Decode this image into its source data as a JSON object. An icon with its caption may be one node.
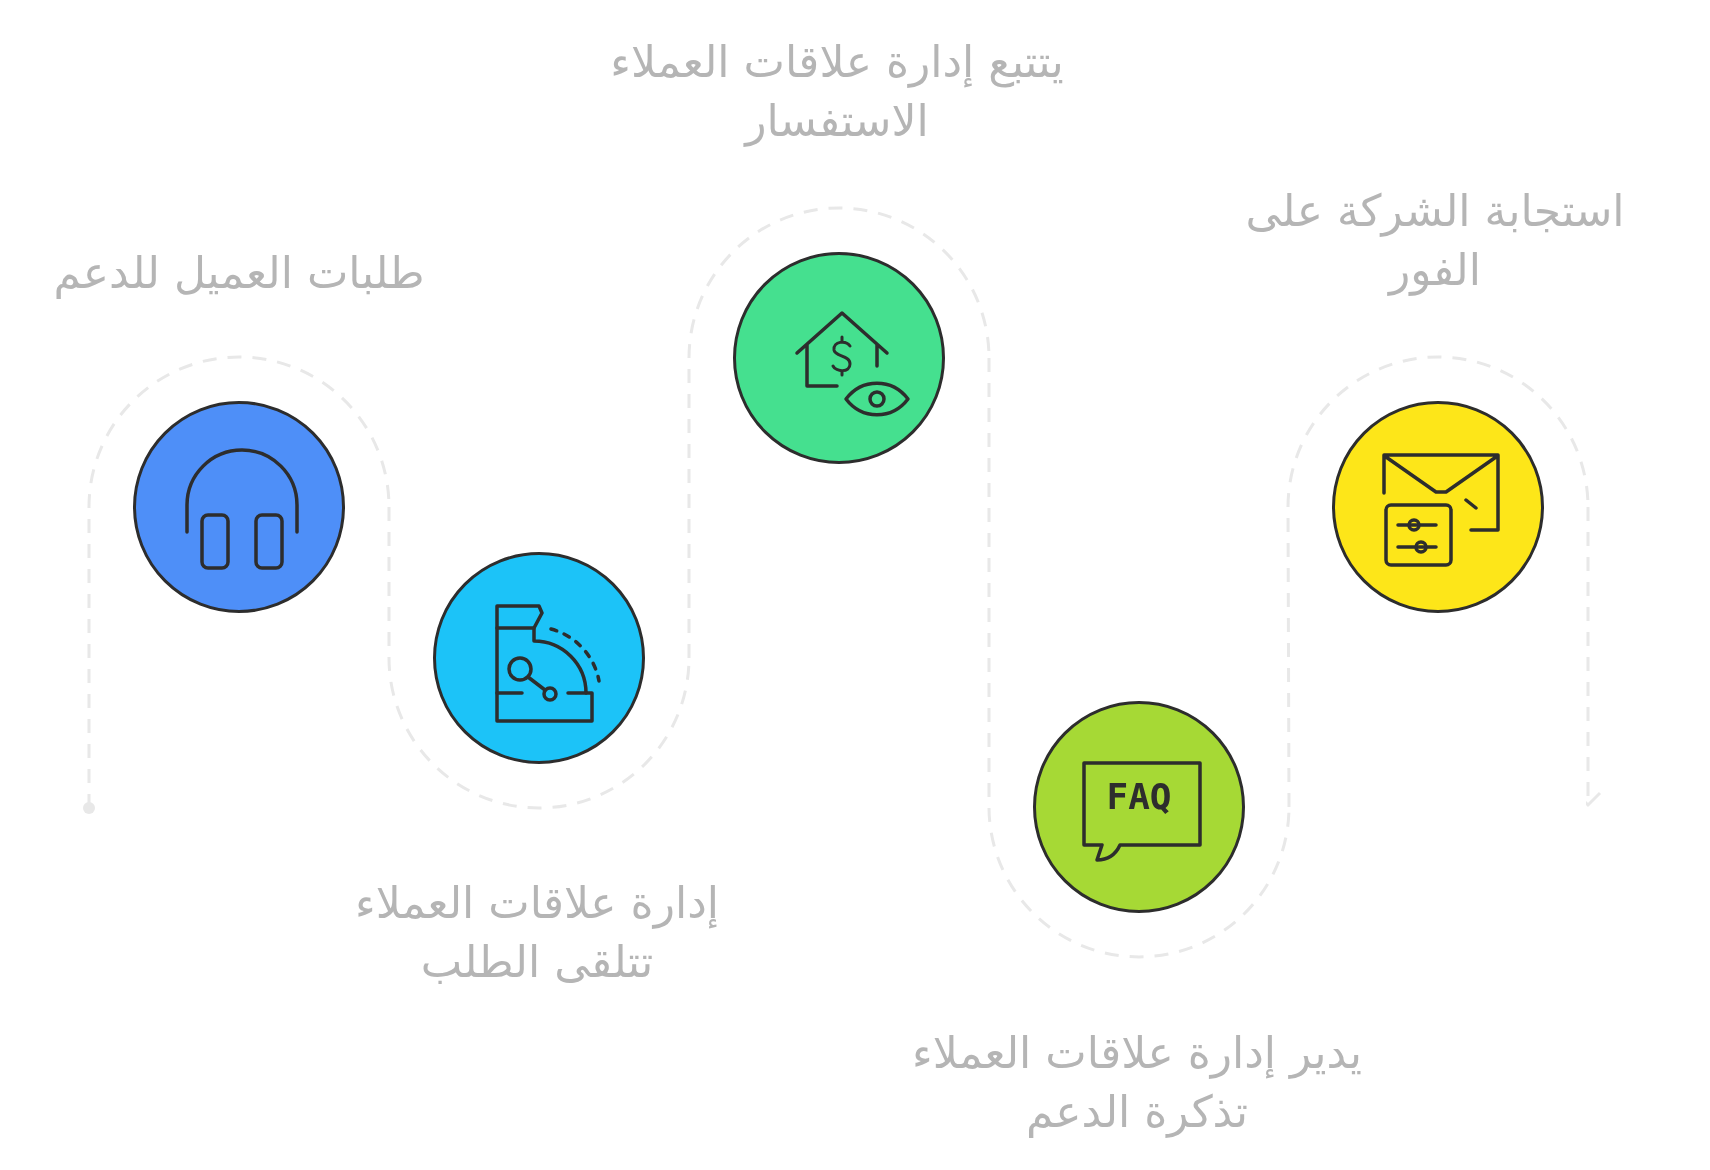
{
  "diagram": {
    "nodes": [
      {
        "text": [
          "طلبات العميل للدعم"
        ]
      },
      {
        "text": [
          "إدارة علاقات العملاء تتلقى الطلب"
        ]
      },
      {
        "text": [
          "يتتبع إدارة علاقات العملاء الاستفسار"
        ]
      },
      {
        "text": [
          "يدير إدارة علاقات العملاء تذكرة الدعم"
        ]
      },
      {
        "text": [
          "استجابة الشركة على الفور"
        ]
      }
    ],
    "edges": [
      {
        "from": null,
        "to": 0,
        "arrow": "other",
        "style": "dashed"
      },
      {
        "from": 0,
        "to": 1,
        "arrow": "none",
        "style": "dashed"
      },
      {
        "from": 1,
        "to": 2,
        "arrow": "none",
        "style": "dashed"
      },
      {
        "from": 2,
        "to": 3,
        "arrow": "none",
        "style": "dashed"
      },
      {
        "from": 3,
        "to": 4,
        "arrow": "none",
        "style": "dashed"
      },
      {
        "from": 4,
        "to": null,
        "arrow": "to",
        "style": "dashed"
      }
    ],
    "labels": [
      "FAQ"
    ]
  }
}
